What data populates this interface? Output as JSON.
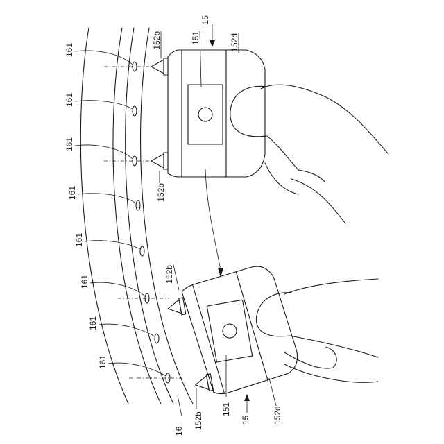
{
  "labels": {
    "device_top_ref": "15",
    "device_bottom_ref": "15",
    "display_top": "151",
    "display_bottom": "151",
    "body_top": "152d",
    "body_bottom": "152d",
    "pin_top_upper": "152b",
    "pin_top_lower": "152b",
    "pin_bottom_upper": "152b",
    "pin_bottom_lower": "152b",
    "rim_ref": "16",
    "holes": [
      "161",
      "161",
      "161",
      "161",
      "161",
      "161",
      "161",
      "161"
    ]
  }
}
